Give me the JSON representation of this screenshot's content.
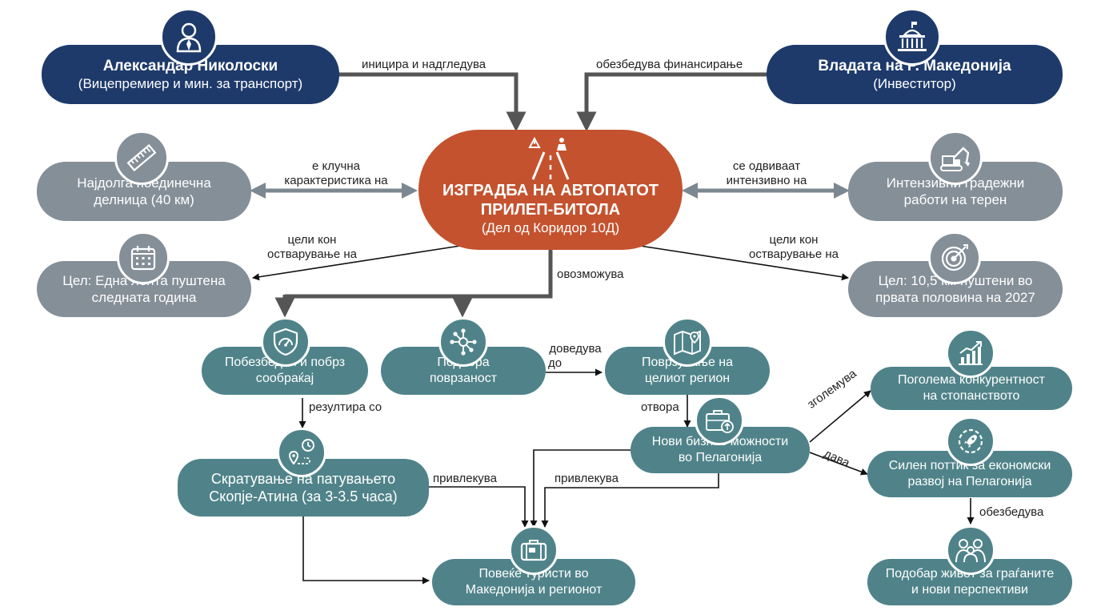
{
  "nodes": {
    "nikoloski": {
      "title": "Александар Николоски",
      "subtitle": "(Вицепремиер и мин. за транспорт)"
    },
    "government": {
      "title": "Владата на Р. Македонија",
      "subtitle": "(Инвеститор)"
    },
    "center": {
      "line1": "ИЗГРАДБА НА АВТОПАТОТ",
      "line2": "ПРИЛЕП-БИТОЛА",
      "line3": "(Дел од Коридор 10Д)"
    },
    "longest": {
      "line1": "Најдолга поединечна",
      "line2": "делница (40 км)"
    },
    "intensive": {
      "line1": "Интензивни градежни",
      "line2": "работи на терен"
    },
    "goal_lane": {
      "line1": "Цел: Една лента пуштена",
      "line2": "следната година"
    },
    "goal_km": {
      "line1": "Цел: 10,5 км пуштени во",
      "line2": "првата половина на 2027"
    },
    "safe": {
      "line1": "Побезбеден и побрз",
      "line2": "сообраќај"
    },
    "connect": {
      "line1": "Подобра",
      "line2": "поврзаност"
    },
    "region": {
      "line1": "Поврзување на",
      "line2": "целиот регион"
    },
    "shorter": {
      "line1": "Скратување на патувањето",
      "line2": "Скопје-Атина (за 3-3.5 часа)"
    },
    "business": {
      "line1": "Нови бизнис можности",
      "line2": "во Пелагонија"
    },
    "competitive": {
      "line1": "Поголема конкурентност",
      "line2": "на стопанството"
    },
    "economic": {
      "line1": "Силен поттик за економски",
      "line2": "развој на Пелагонија"
    },
    "tourists": {
      "line1": "Повеќе туристи во",
      "line2": "Македонија и регионот"
    },
    "life": {
      "line1": "Подобар живот за граѓаните",
      "line2": "и нови перспективи"
    }
  },
  "labels": {
    "initiates": "иницира и надгледува",
    "finances": "обезбедува финансирање",
    "key_feature_1": "е клучна",
    "key_feature_2": "карактеристика на",
    "taking_place_1": "се одвиваат",
    "taking_place_2": "интензивно на",
    "goals_left_1": "цели кон",
    "goals_left_2": "остварување на",
    "goals_right_1": "цели кон",
    "goals_right_2": "остварување на",
    "enables": "овозможува",
    "leads_to_1": "доведува",
    "leads_to_2": "до",
    "results_in": "резултира со",
    "opens": "отвора",
    "increases": "зголемува",
    "gives": "дава",
    "attracts_left": "привлекува",
    "attracts_right": "привлекува",
    "provides": "обезбедува"
  },
  "colors": {
    "navy": "#1e3a6b",
    "grey": "#858f98",
    "teal": "#4f8389",
    "orange": "#c4522e",
    "arrow_dark": "#555555"
  },
  "icons": {
    "nikoloski": "person-icon",
    "government": "government-building-icon",
    "center": "road-construction-icon",
    "longest": "ruler-icon",
    "intensive": "excavator-icon",
    "goal_lane": "calendar-icon",
    "goal_km": "target-icon",
    "safe": "shield-speedometer-icon",
    "connect": "network-icon",
    "region": "map-pin-icon",
    "shorter": "route-clock-icon",
    "business": "briefcase-icon",
    "competitive": "growth-chart-icon",
    "economic": "rocket-gear-icon",
    "tourists": "suitcase-icon",
    "life": "family-icon"
  }
}
